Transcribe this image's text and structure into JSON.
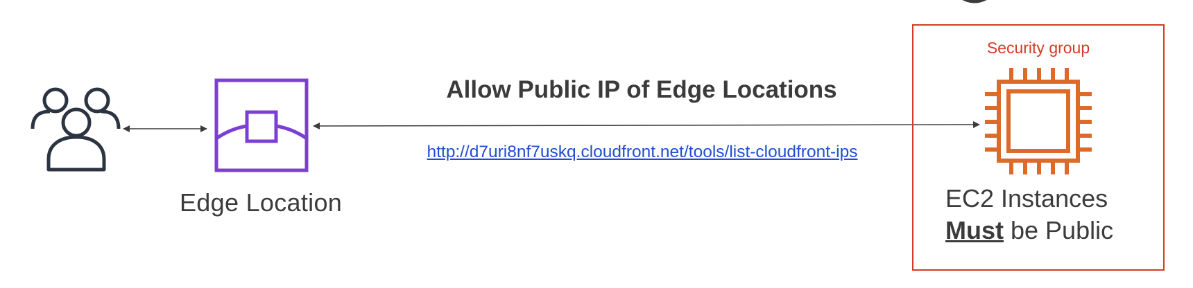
{
  "diagram": {
    "edge_location_label": "Edge Location",
    "allow_label": "Allow Public IP of Edge Locations",
    "ip_list_url": "http://d7uri8nf7uskq.cloudfront.net/tools/list-cloudfront-ips",
    "security_group_label": "Security group",
    "ec2_line1": "EC2 Instances",
    "ec2_must": "Must",
    "ec2_line2_rest": " be Public"
  },
  "icons": {
    "users": "users-icon",
    "edge_location": "edge-location-icon",
    "ec2": "ec2-chip-icon"
  },
  "colors": {
    "text": "#3b3b3b",
    "link": "#1f4ecf",
    "edge_location_icon": "#7b40d3",
    "ec2_icon": "#dc6b2a",
    "security_group": "#d43a24",
    "users_icon": "#2b3440",
    "arrow": "#3b3b3b"
  }
}
